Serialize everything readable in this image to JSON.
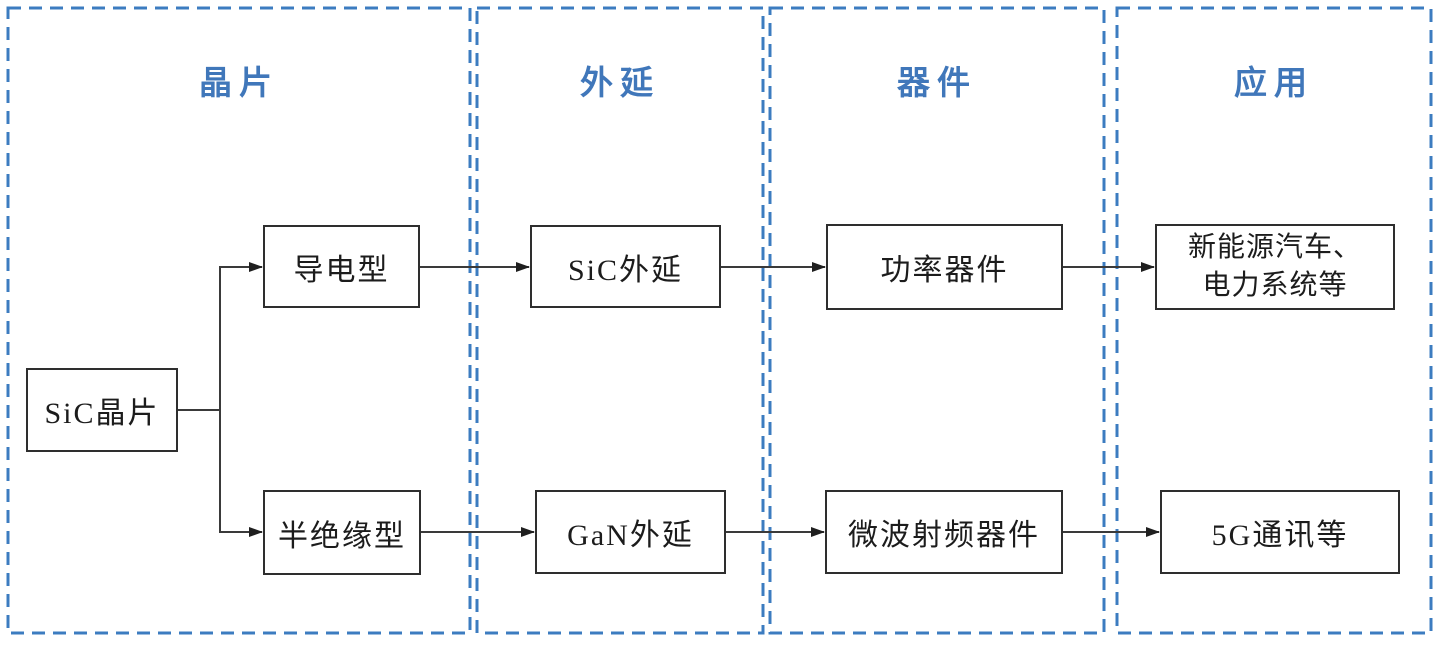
{
  "diagram": {
    "title_semantics": "SiC wafer industry chain flow",
    "columns": [
      {
        "id": "wafer",
        "label": "晶片"
      },
      {
        "id": "epitaxy",
        "label": "外延"
      },
      {
        "id": "device",
        "label": "器件"
      },
      {
        "id": "application",
        "label": "应用"
      }
    ],
    "nodes": {
      "sic_wafer": "SiC晶片",
      "conductive": "导电型",
      "semi_insulating": "半绝缘型",
      "sic_epi": "SiC外延",
      "gan_epi": "GaN外延",
      "power_device": "功率器件",
      "rf_device": "微波射频器件",
      "app_power": "新能源汽车、\n电力系统等",
      "app_5g": "5G通讯等"
    },
    "flows": [
      "SiC晶片 → 导电型 → SiC外延 → 功率器件 → 新能源汽车、电力系统等",
      "SiC晶片 → 半绝缘型 → GaN外延 → 微波射频器件 → 5G通讯等"
    ],
    "colors": {
      "column_border": "#3c7cc0",
      "header_text": "#4077ba",
      "box_border": "#2e2e2e",
      "arrow": "#3a3a3a"
    }
  }
}
